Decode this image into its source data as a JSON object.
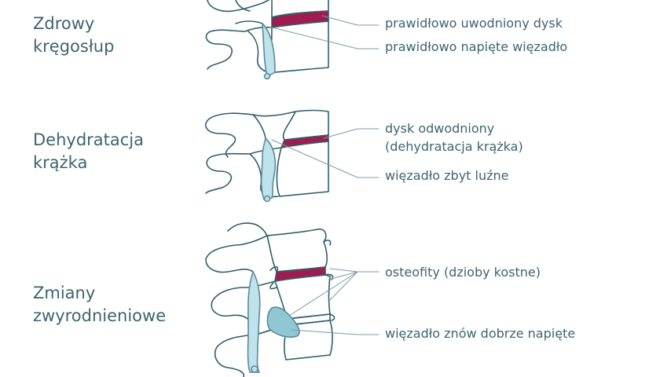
{
  "stages": [
    {
      "title": "Zdrowy\nkręgosłup",
      "labels": [
        "prawidłowo uwodniony dysk",
        "prawidłowo napięte więzadło"
      ]
    },
    {
      "title": "Dehydratacja\nkrążka",
      "labels": [
        "dysk odwodniony\n(dehydratacja krążka)",
        "więzadło zbyt luźne"
      ]
    },
    {
      "title": "Zmiany\nzwyrodnieniowe",
      "labels": [
        "osteofity (dzioby kostne)",
        "więzadło znów dobrze napięte"
      ]
    }
  ],
  "colors": {
    "outline": "#2f5f6b",
    "text": "#3d6470",
    "disc": "#a01c4e",
    "ligament": "#bfe3ec",
    "ligament_dark": "#5d8a96",
    "leader": "#7f9aa2"
  }
}
